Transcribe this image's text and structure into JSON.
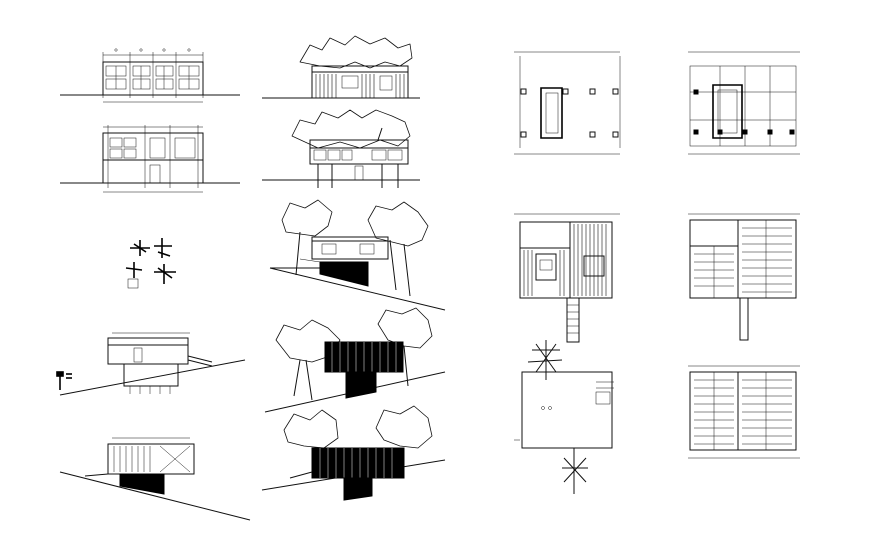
{
  "sheet": {
    "background": "#ffffff",
    "line_color": "#111111"
  },
  "drawings": [
    {
      "id": "front-elevation-a",
      "kind": "elevation"
    },
    {
      "id": "front-elevation-b",
      "kind": "elevation"
    },
    {
      "id": "section-elevation-a",
      "kind": "section"
    },
    {
      "id": "section-elevation-b",
      "kind": "section"
    },
    {
      "id": "structural-joint-details",
      "kind": "isometric-detail"
    },
    {
      "id": "site-section-a",
      "kind": "site-section"
    },
    {
      "id": "site-section-b",
      "kind": "site-section"
    },
    {
      "id": "site-elevation-a",
      "kind": "site-elevation"
    },
    {
      "id": "site-elevation-b",
      "kind": "site-elevation"
    },
    {
      "id": "site-elevation-c",
      "kind": "site-elevation"
    },
    {
      "id": "foundation-plan",
      "kind": "plan"
    },
    {
      "id": "column-grid-plan",
      "kind": "plan"
    },
    {
      "id": "floor-plan",
      "kind": "plan"
    },
    {
      "id": "floor-framing-plan",
      "kind": "plan"
    },
    {
      "id": "roof-site-plan",
      "kind": "plan"
    },
    {
      "id": "roof-framing-plan",
      "kind": "plan"
    }
  ]
}
